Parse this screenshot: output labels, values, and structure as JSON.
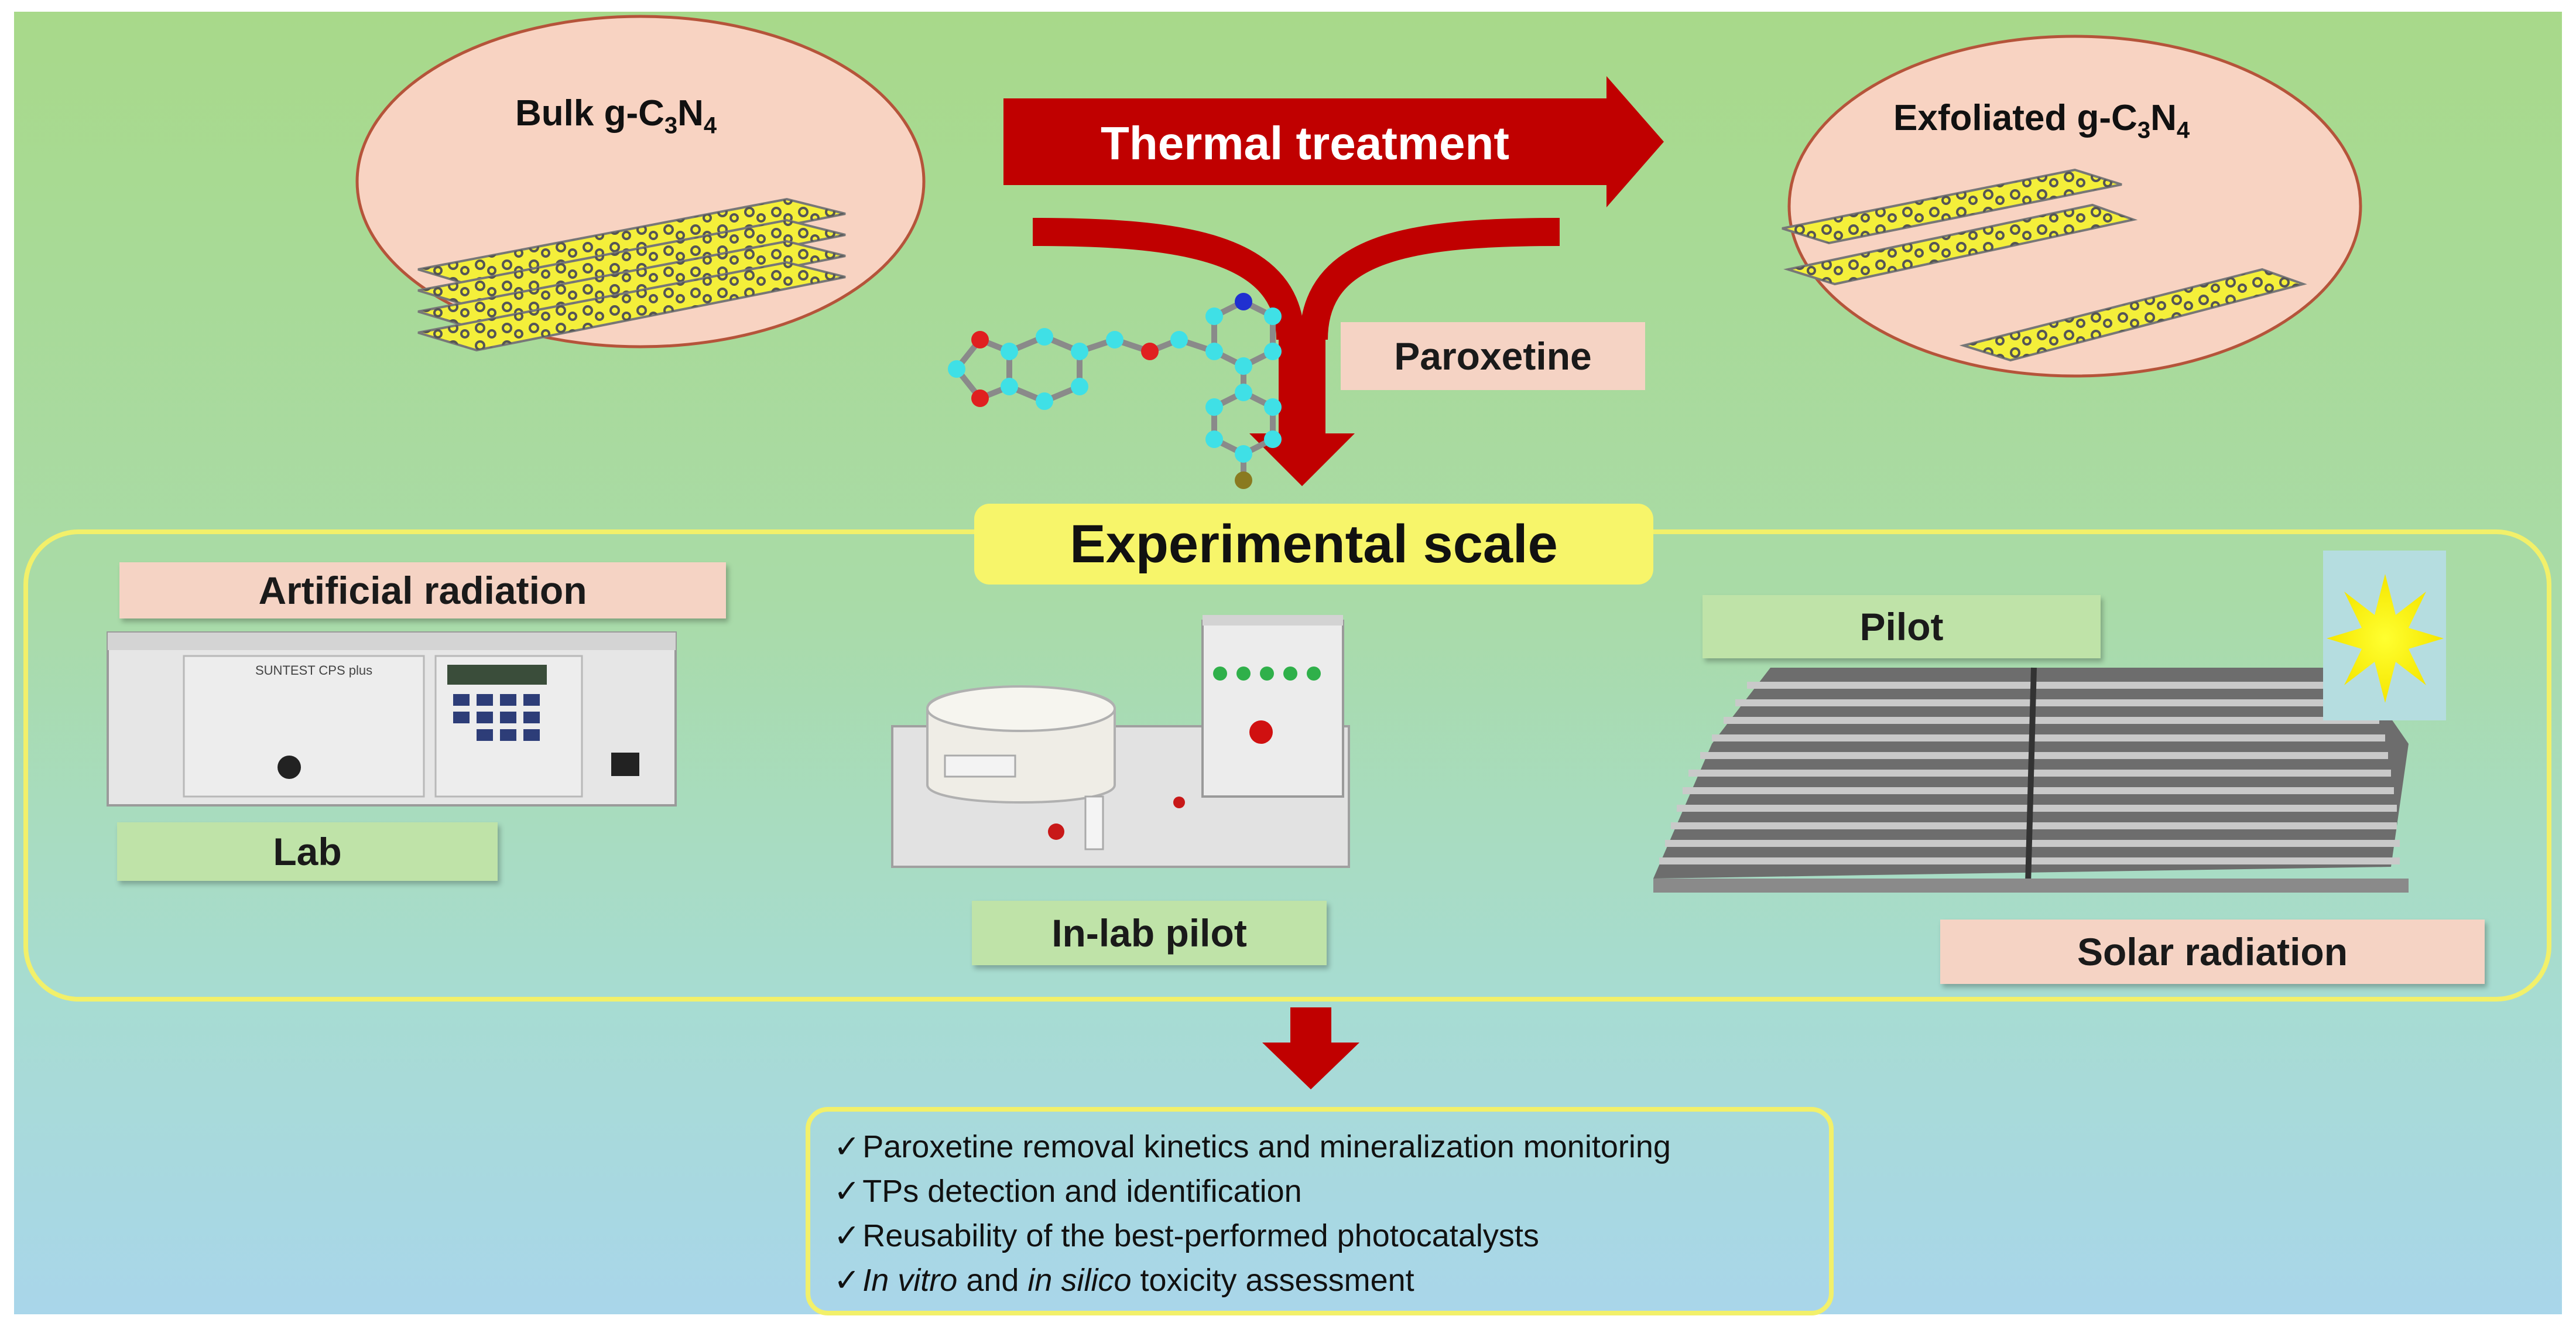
{
  "colors": {
    "background_top": "#a9d98c",
    "background_bottom": "#a9d6ea",
    "arrow": "#c00000",
    "oval_fill": "#f8d3c2",
    "oval_stroke": "#b5543a",
    "sheet": "#f4ef3a",
    "experimental_frame": "#f2f06a"
  },
  "top": {
    "bulk_label": {
      "prefix": "Bulk g-C",
      "sub1": "3",
      "mid": "N",
      "sub2": "4"
    },
    "exfoliated_label": {
      "prefix": "Exfoliated g-C",
      "sub1": "3",
      "mid": "N",
      "sub2": "4"
    },
    "thermal_treatment": "Thermal treatment",
    "paroxetine": "Paroxetine"
  },
  "experimental": {
    "title": "Experimental scale",
    "artificial_radiation": "Artificial radiation",
    "lab": "Lab",
    "in_lab_pilot": "In-lab pilot",
    "pilot": "Pilot",
    "solar_radiation": "Solar radiation",
    "device_label": "SUNTEST CPS plus"
  },
  "outcomes": {
    "checkmark": "✓",
    "items": [
      "Paroxetine removal kinetics and mineralization monitoring",
      "TPs detection and identification",
      "Reusability of the best-performed photocatalysts"
    ],
    "last_item": {
      "in_vitro": "In vitro",
      "and": " and ",
      "in_silico": "in silico",
      "rest": " toxicity assessment"
    }
  }
}
